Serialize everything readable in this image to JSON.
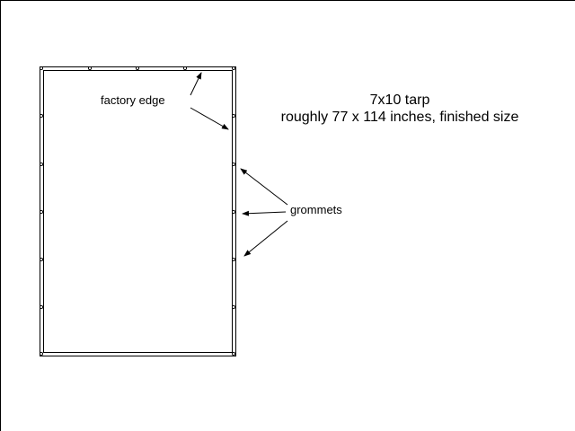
{
  "labels": {
    "factory_edge": "factory edge",
    "grommets": "grommets"
  },
  "title": {
    "line1": "7x10 tarp",
    "line2": "roughly 77 x 114 inches, finished size"
  },
  "colors": {
    "stroke": "#000000",
    "background": "#ffffff",
    "grommet_fill": "#ffffff"
  }
}
